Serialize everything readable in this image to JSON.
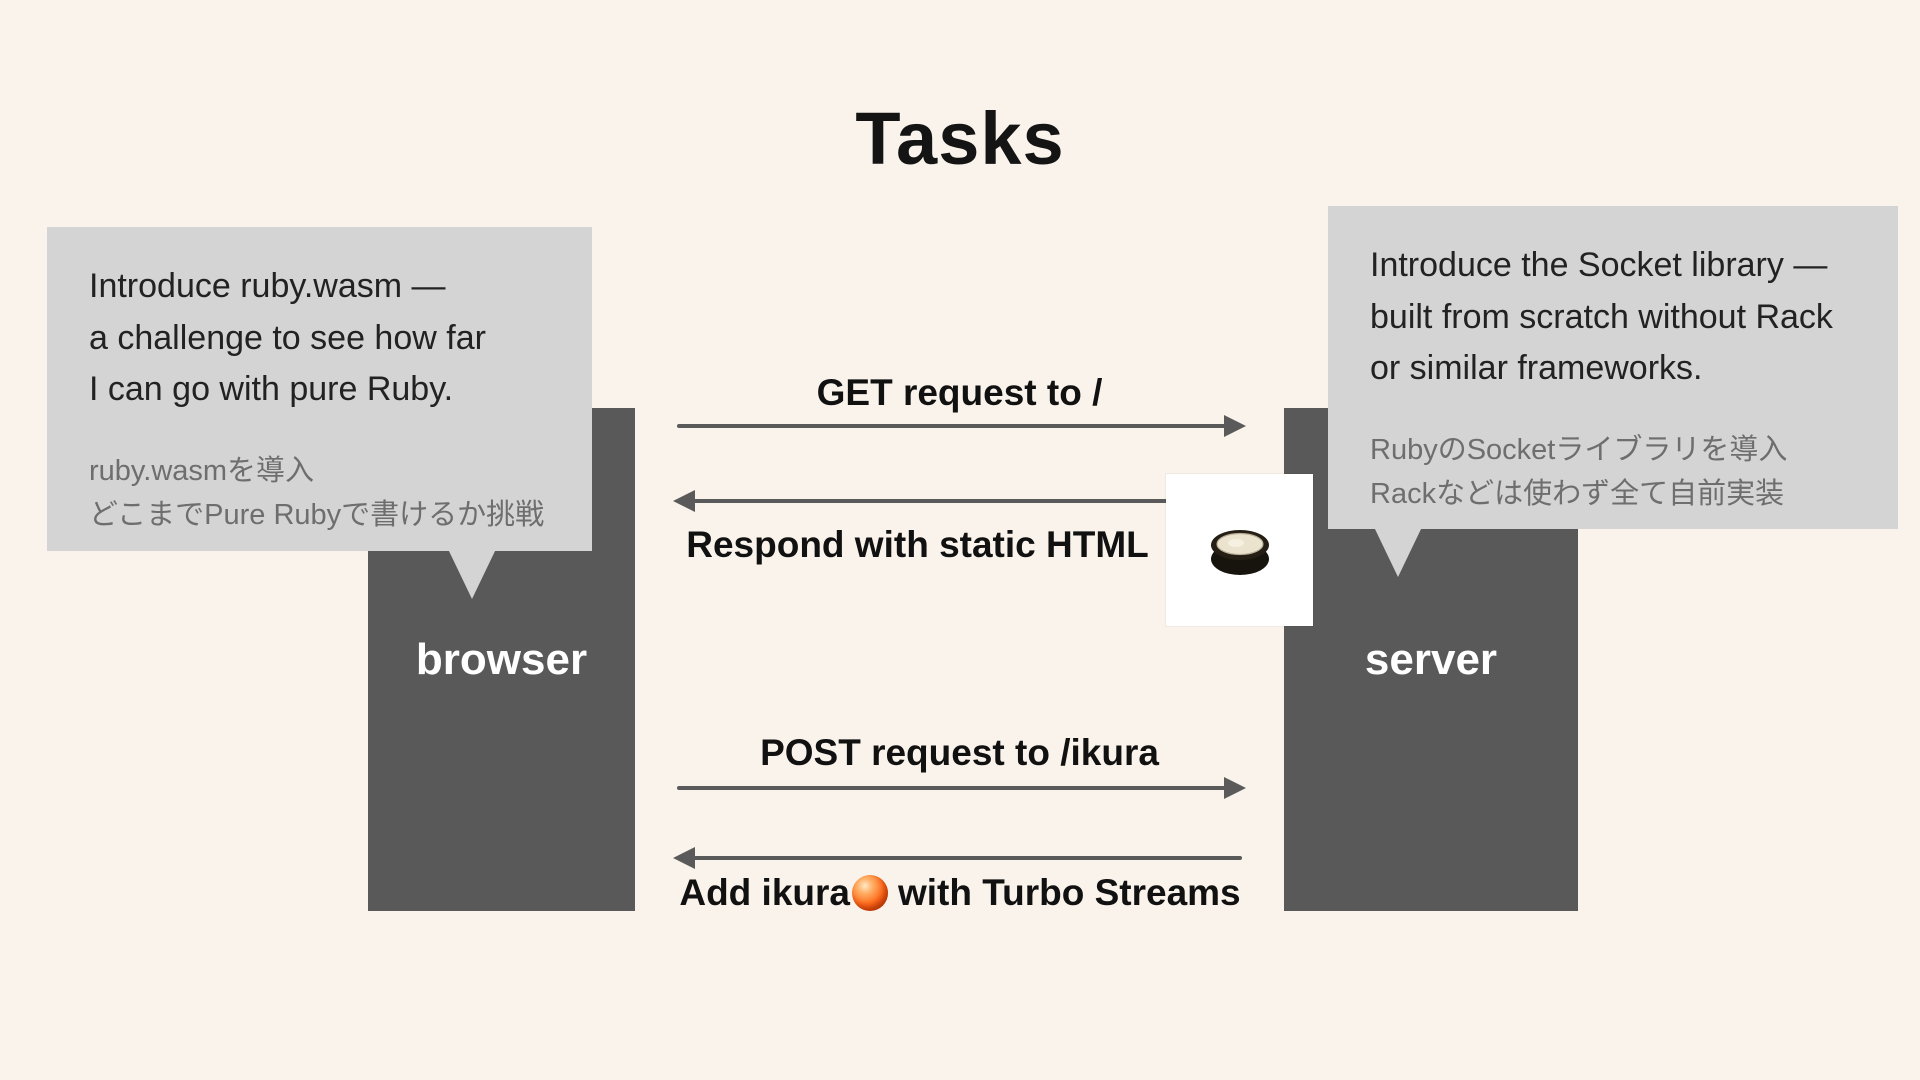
{
  "title": "Tasks",
  "nodes": {
    "browser": "browser",
    "server": "server"
  },
  "callouts": {
    "left": {
      "en": "Introduce ruby.wasm —\na challenge to see how far\nI can go with pure Ruby.",
      "ja": "ruby.wasmを導入\nどこまでPure Rubyで書けるか挑戦"
    },
    "right": {
      "en": "Introduce the Socket library —\nbuilt from scratch without Rack\nor similar frameworks.",
      "ja": "RubyのSocketライブラリを導入\nRackなどは使わず全て自前実装"
    }
  },
  "messages": [
    {
      "label": "GET request to /",
      "direction": "right",
      "from": "browser",
      "to": "server"
    },
    {
      "label": "Respond with static HTML",
      "direction": "left",
      "from": "server",
      "to": "browser"
    },
    {
      "label": "POST request to /ikura",
      "direction": "right",
      "from": "browser",
      "to": "server"
    },
    {
      "label_prefix": "Add ikura",
      "label_suffix": "with Turbo Streams",
      "direction": "left",
      "from": "server",
      "to": "browser"
    }
  ],
  "icons": {
    "maki": "maki-sushi-icon",
    "ikura": "ikura-icon"
  },
  "colors": {
    "background": "#faf3eb",
    "node": "#595959",
    "callout": "#d4d4d4",
    "arrow": "#5a5a5a",
    "title_text": "#141414",
    "ja_text": "#6e6e6e",
    "ikura": "#ff6a1a"
  }
}
